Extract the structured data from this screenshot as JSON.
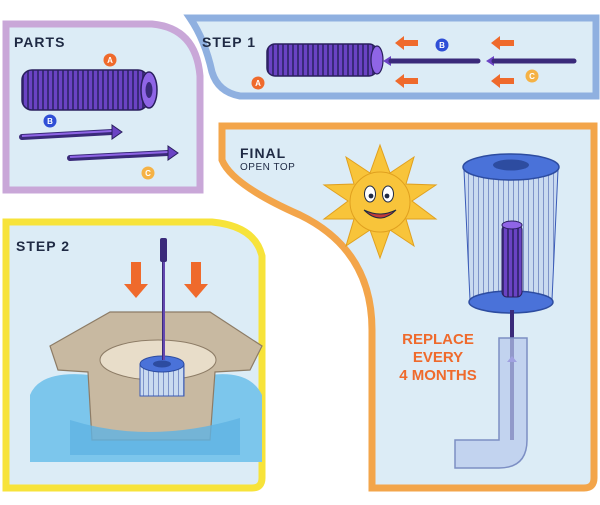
{
  "panels": {
    "parts": {
      "title": "PARTS",
      "labels": [
        "A",
        "B",
        "C"
      ]
    },
    "step1": {
      "title": "STEP 1",
      "labels": [
        "A",
        "B",
        "C"
      ]
    },
    "step2": {
      "title": "STEP 2"
    },
    "final": {
      "title": "FINAL",
      "subtitle": "OPEN TOP",
      "note_lines": [
        "REPLACE",
        "EVERY",
        "4 MONTHS"
      ]
    }
  },
  "colors": {
    "panel_bg": "#dcecf6",
    "parts_border": "#c9a7d8",
    "step1_border": "#8fb0e0",
    "step2_border": "#f7e33a",
    "final_border": "#f3a54a",
    "purple_dark": "#3a2a7a",
    "purple_mid": "#6b43c4",
    "purple_light": "#8f65e6",
    "arrow_orange": "#ef6a2c",
    "label_a": "#ef6a2c",
    "label_b": "#2f4fd6",
    "label_c": "#f5b245",
    "sun_yellow": "#f8c43a",
    "filter_blue": "#4a72d9",
    "water_blue": "#7cc6ec"
  },
  "icons": [
    "sun-face-icon",
    "down-arrow-icon",
    "left-arrow-icon",
    "filter-cartridge-icon",
    "spa-tub-icon",
    "elbow-pipe-icon"
  ]
}
